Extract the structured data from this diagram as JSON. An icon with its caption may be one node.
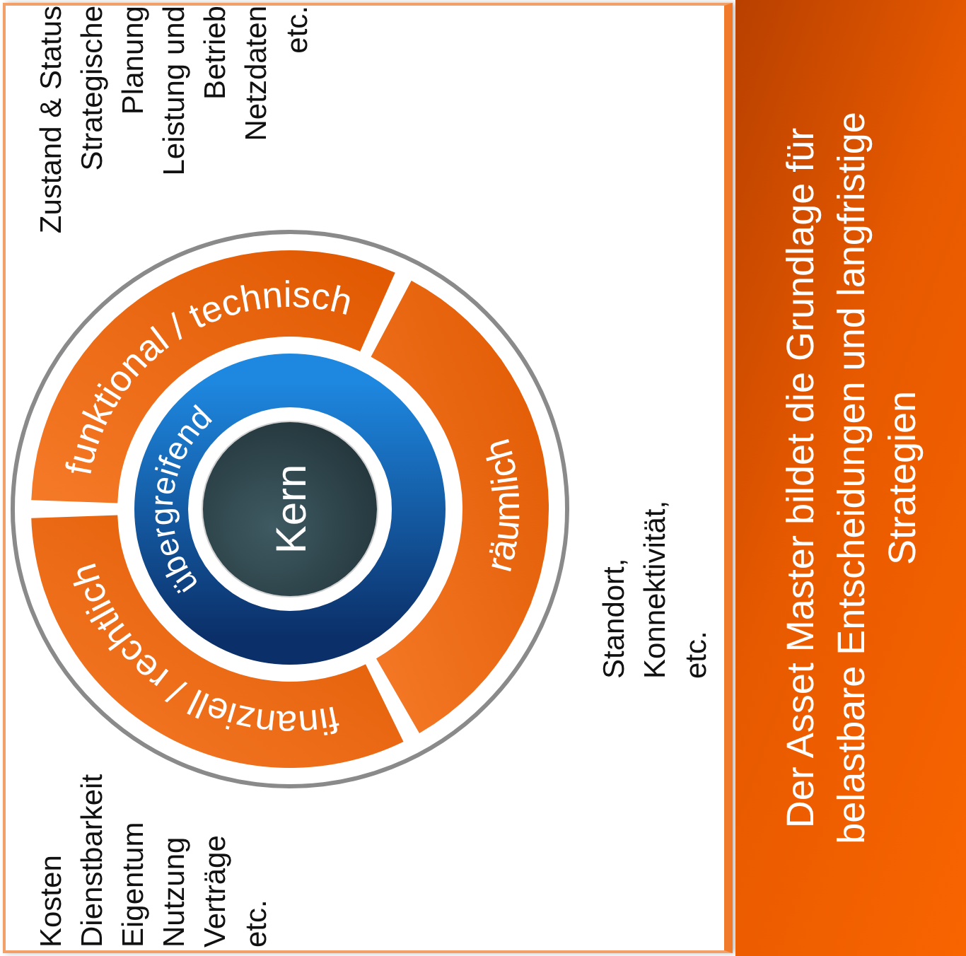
{
  "diagram": {
    "nodes": [
      {
        "text": [
          "Kern"
        ],
        "in": 1
      },
      {
        "text": [
          "übergreifend"
        ]
      },
      {
        "text": [
          "funktional / technisch"
        ],
        "beside": [
          "Zustand & Status",
          "Strategische Planung",
          "Leistung und Betrieb",
          "Netzdaten",
          "etc."
        ]
      },
      {
        "text": [
          "räumlich"
        ]
      },
      {
        "text": [
          "finanziell / rechtlich"
        ],
        "beside": [
          "Kosten",
          "Dienstbarkeit",
          "Eigentum",
          "Nutzung",
          "Verträge",
          "etc."
        ]
      },
      {
        "text": [
          "Der Asset Master bildet die Grundlage für belastbare Entscheidungen und langfristige Strategien"
        ]
      }
    ],
    "labels": [
      "Standort, Konnektivität, etc."
    ]
  }
}
